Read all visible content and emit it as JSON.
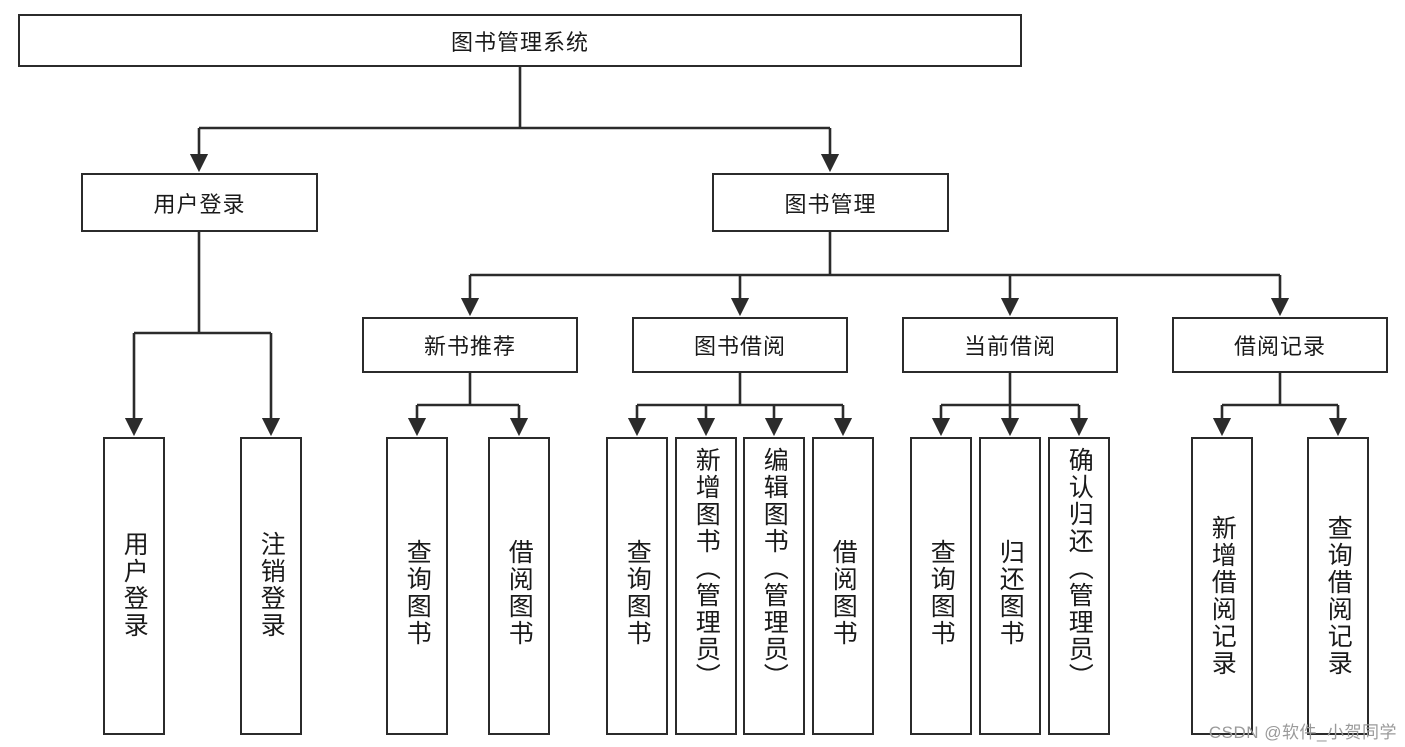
{
  "diagram": {
    "title": "图书管理系统",
    "type": "tree",
    "colors": {
      "box_border": "#2b2b2b",
      "box_fill": "#ffffff",
      "edge": "#2b2b2b",
      "text": "#1a1a1a",
      "watermark": "#9a9a9a"
    },
    "root": {
      "label": "图书管理系统"
    },
    "level2": [
      {
        "label": "用户登录"
      },
      {
        "label": "图书管理"
      }
    ],
    "level3": [
      {
        "label": "新书推荐"
      },
      {
        "label": "图书借阅"
      },
      {
        "label": "当前借阅"
      },
      {
        "label": "借阅记录"
      }
    ],
    "leaves": [
      {
        "label": "用户登录"
      },
      {
        "label": "注销登录"
      },
      {
        "label": "查询图书"
      },
      {
        "label": "借阅图书"
      },
      {
        "label": "查询图书"
      },
      {
        "label": "新增图书（管理员）"
      },
      {
        "label": "编辑图书（管理员）"
      },
      {
        "label": "借阅图书"
      },
      {
        "label": "查询图书"
      },
      {
        "label": "归还图书"
      },
      {
        "label": "确认归还（管理员）"
      },
      {
        "label": "新增借阅记录"
      },
      {
        "label": "查询借阅记录"
      }
    ]
  },
  "watermark": {
    "text": "CSDN @软件_小贺同学"
  }
}
